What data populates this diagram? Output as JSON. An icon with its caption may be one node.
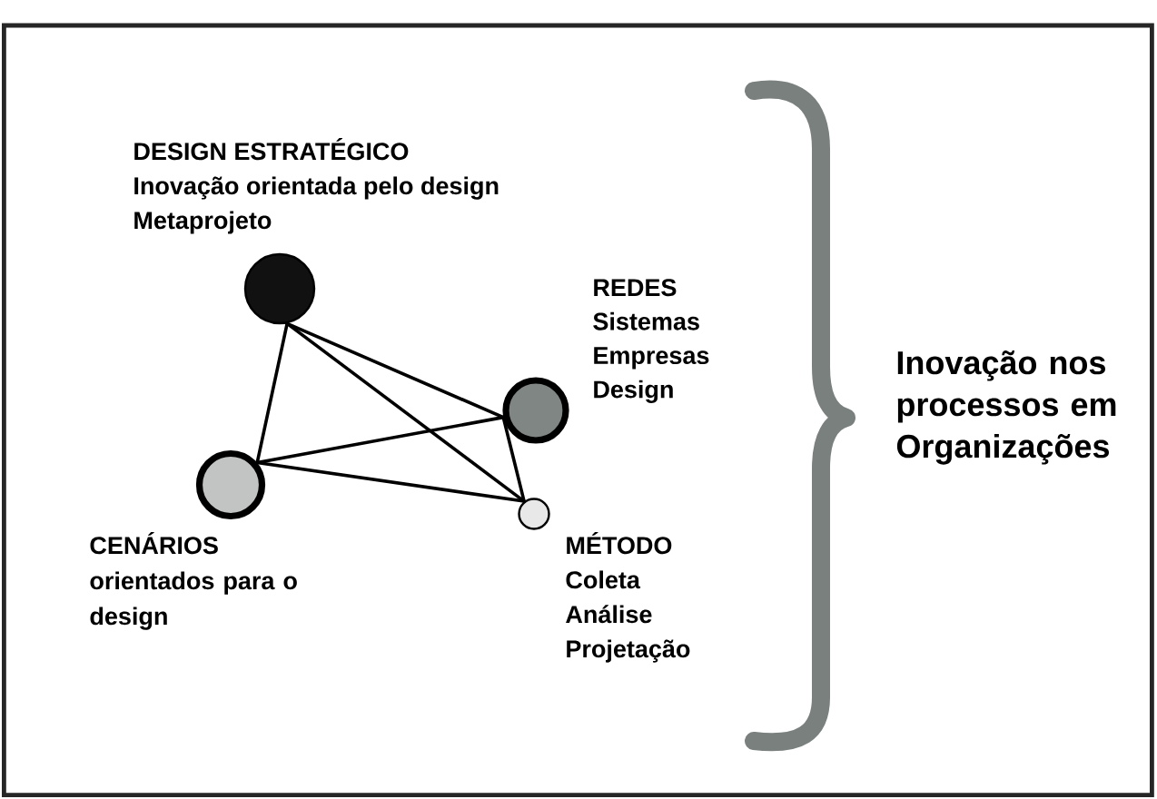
{
  "diagram": {
    "nodes": [
      {
        "text": [],
        "shape": "circle",
        "beside": [
          "DESIGN ESTRATÉGICO",
          "Inovação orientada pelo design",
          "Metaprojeto"
        ]
      },
      {
        "text": [],
        "shape": "circle",
        "beside": [
          "REDES",
          "Sistemas",
          "Empresas",
          "Design"
        ]
      },
      {
        "text": [],
        "shape": "circle",
        "beside": [
          "CENÁRIOS",
          "orientados para o design"
        ]
      },
      {
        "text": [],
        "shape": "circle",
        "beside": [
          "MÉTODO",
          "Coleta",
          "Análise",
          "Projetação"
        ]
      }
    ],
    "edges": [
      {
        "from": 0,
        "to": 2,
        "arrow": "none"
      },
      {
        "from": 0,
        "to": 1,
        "arrow": "none"
      },
      {
        "from": 0,
        "to": 3,
        "arrow": "none"
      },
      {
        "from": 2,
        "to": 1,
        "arrow": "none"
      },
      {
        "from": 2,
        "to": 3,
        "arrow": "none"
      },
      {
        "from": 1,
        "to": 3,
        "arrow": "none"
      }
    ],
    "labels": [
      "Inovação nos processos em Organizações"
    ]
  }
}
